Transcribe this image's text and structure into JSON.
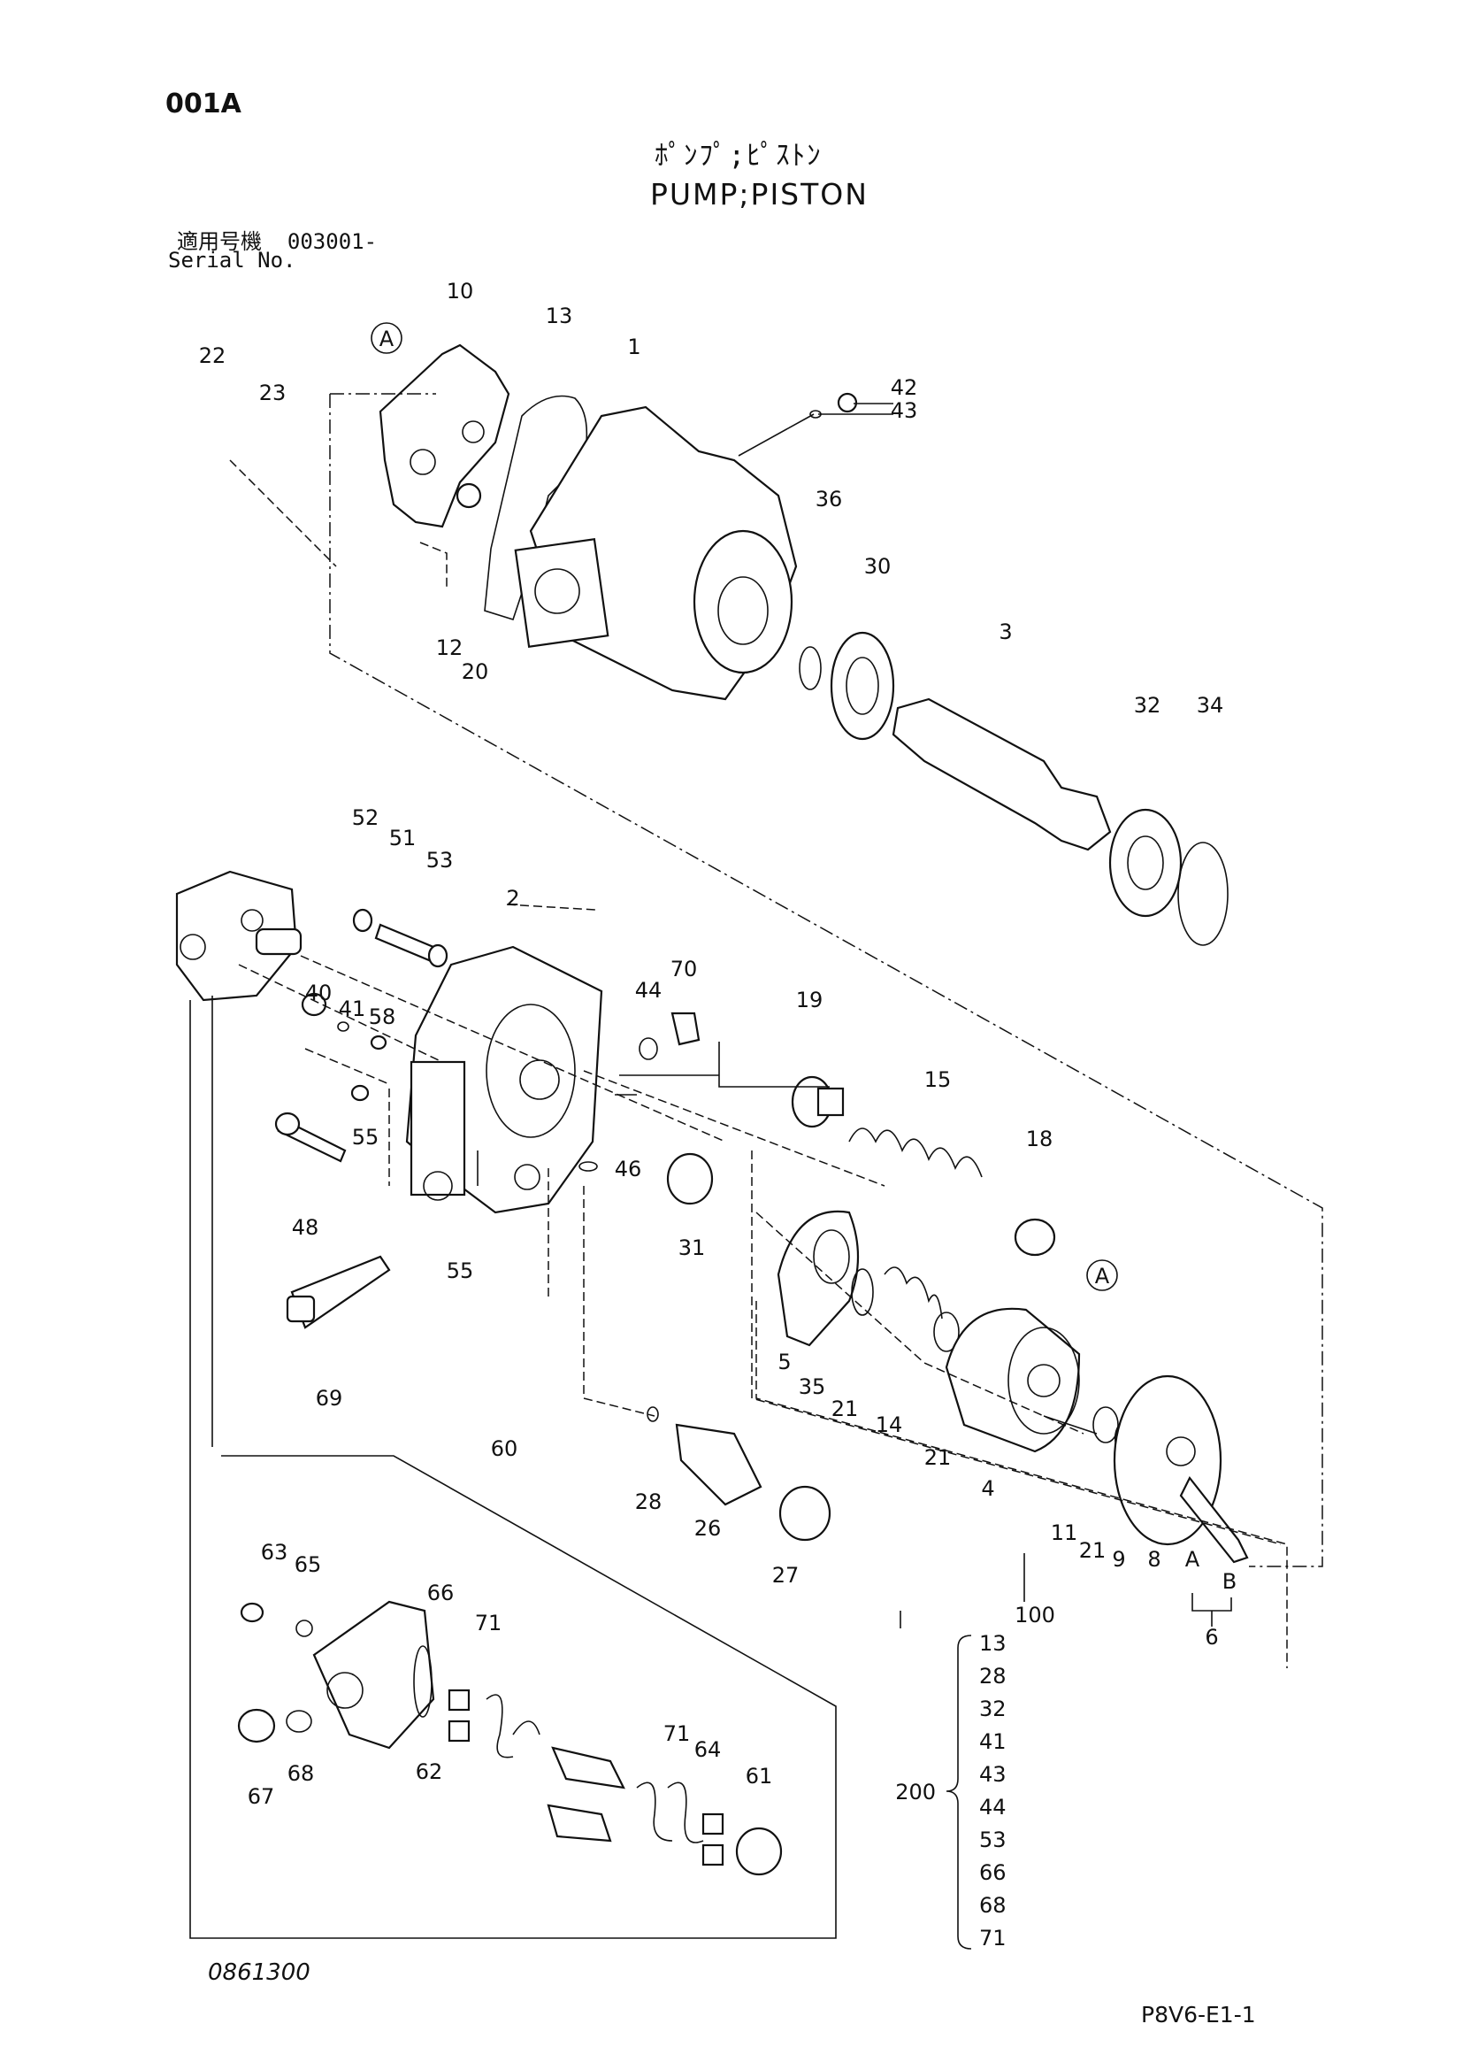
{
  "header": {
    "page_code": "001A",
    "title_jp": "ﾎﾟﾝﾌﾟ;ﾋﾟｽﾄﾝ",
    "title_en": "PUMP;PISTON",
    "serial_label_jp": "適用号機",
    "serial_value": "003001-",
    "serial_label_en": "Serial No."
  },
  "footer": {
    "drawing_no": "0861300",
    "sheet_ref": "P8V6-E1-1"
  },
  "callouts": [
    "1",
    "2",
    "3",
    "4",
    "5",
    "6",
    "8",
    "9",
    "10",
    "11",
    "12",
    "13",
    "14",
    "15",
    "18",
    "19",
    "20",
    "21",
    "22",
    "23",
    "26",
    "27",
    "28",
    "30",
    "31",
    "32",
    "34",
    "35",
    "36",
    "40",
    "41",
    "42",
    "43",
    "44",
    "46",
    "48",
    "51",
    "52",
    "53",
    "55",
    "58",
    "60",
    "61",
    "62",
    "63",
    "64",
    "65",
    "66",
    "67",
    "68",
    "69",
    "70",
    "71",
    "100"
  ],
  "reference_marks": [
    "A",
    "B"
  ],
  "kit_200": {
    "label": "200",
    "items": [
      "13",
      "28",
      "32",
      "41",
      "43",
      "44",
      "53",
      "66",
      "68",
      "71"
    ]
  }
}
